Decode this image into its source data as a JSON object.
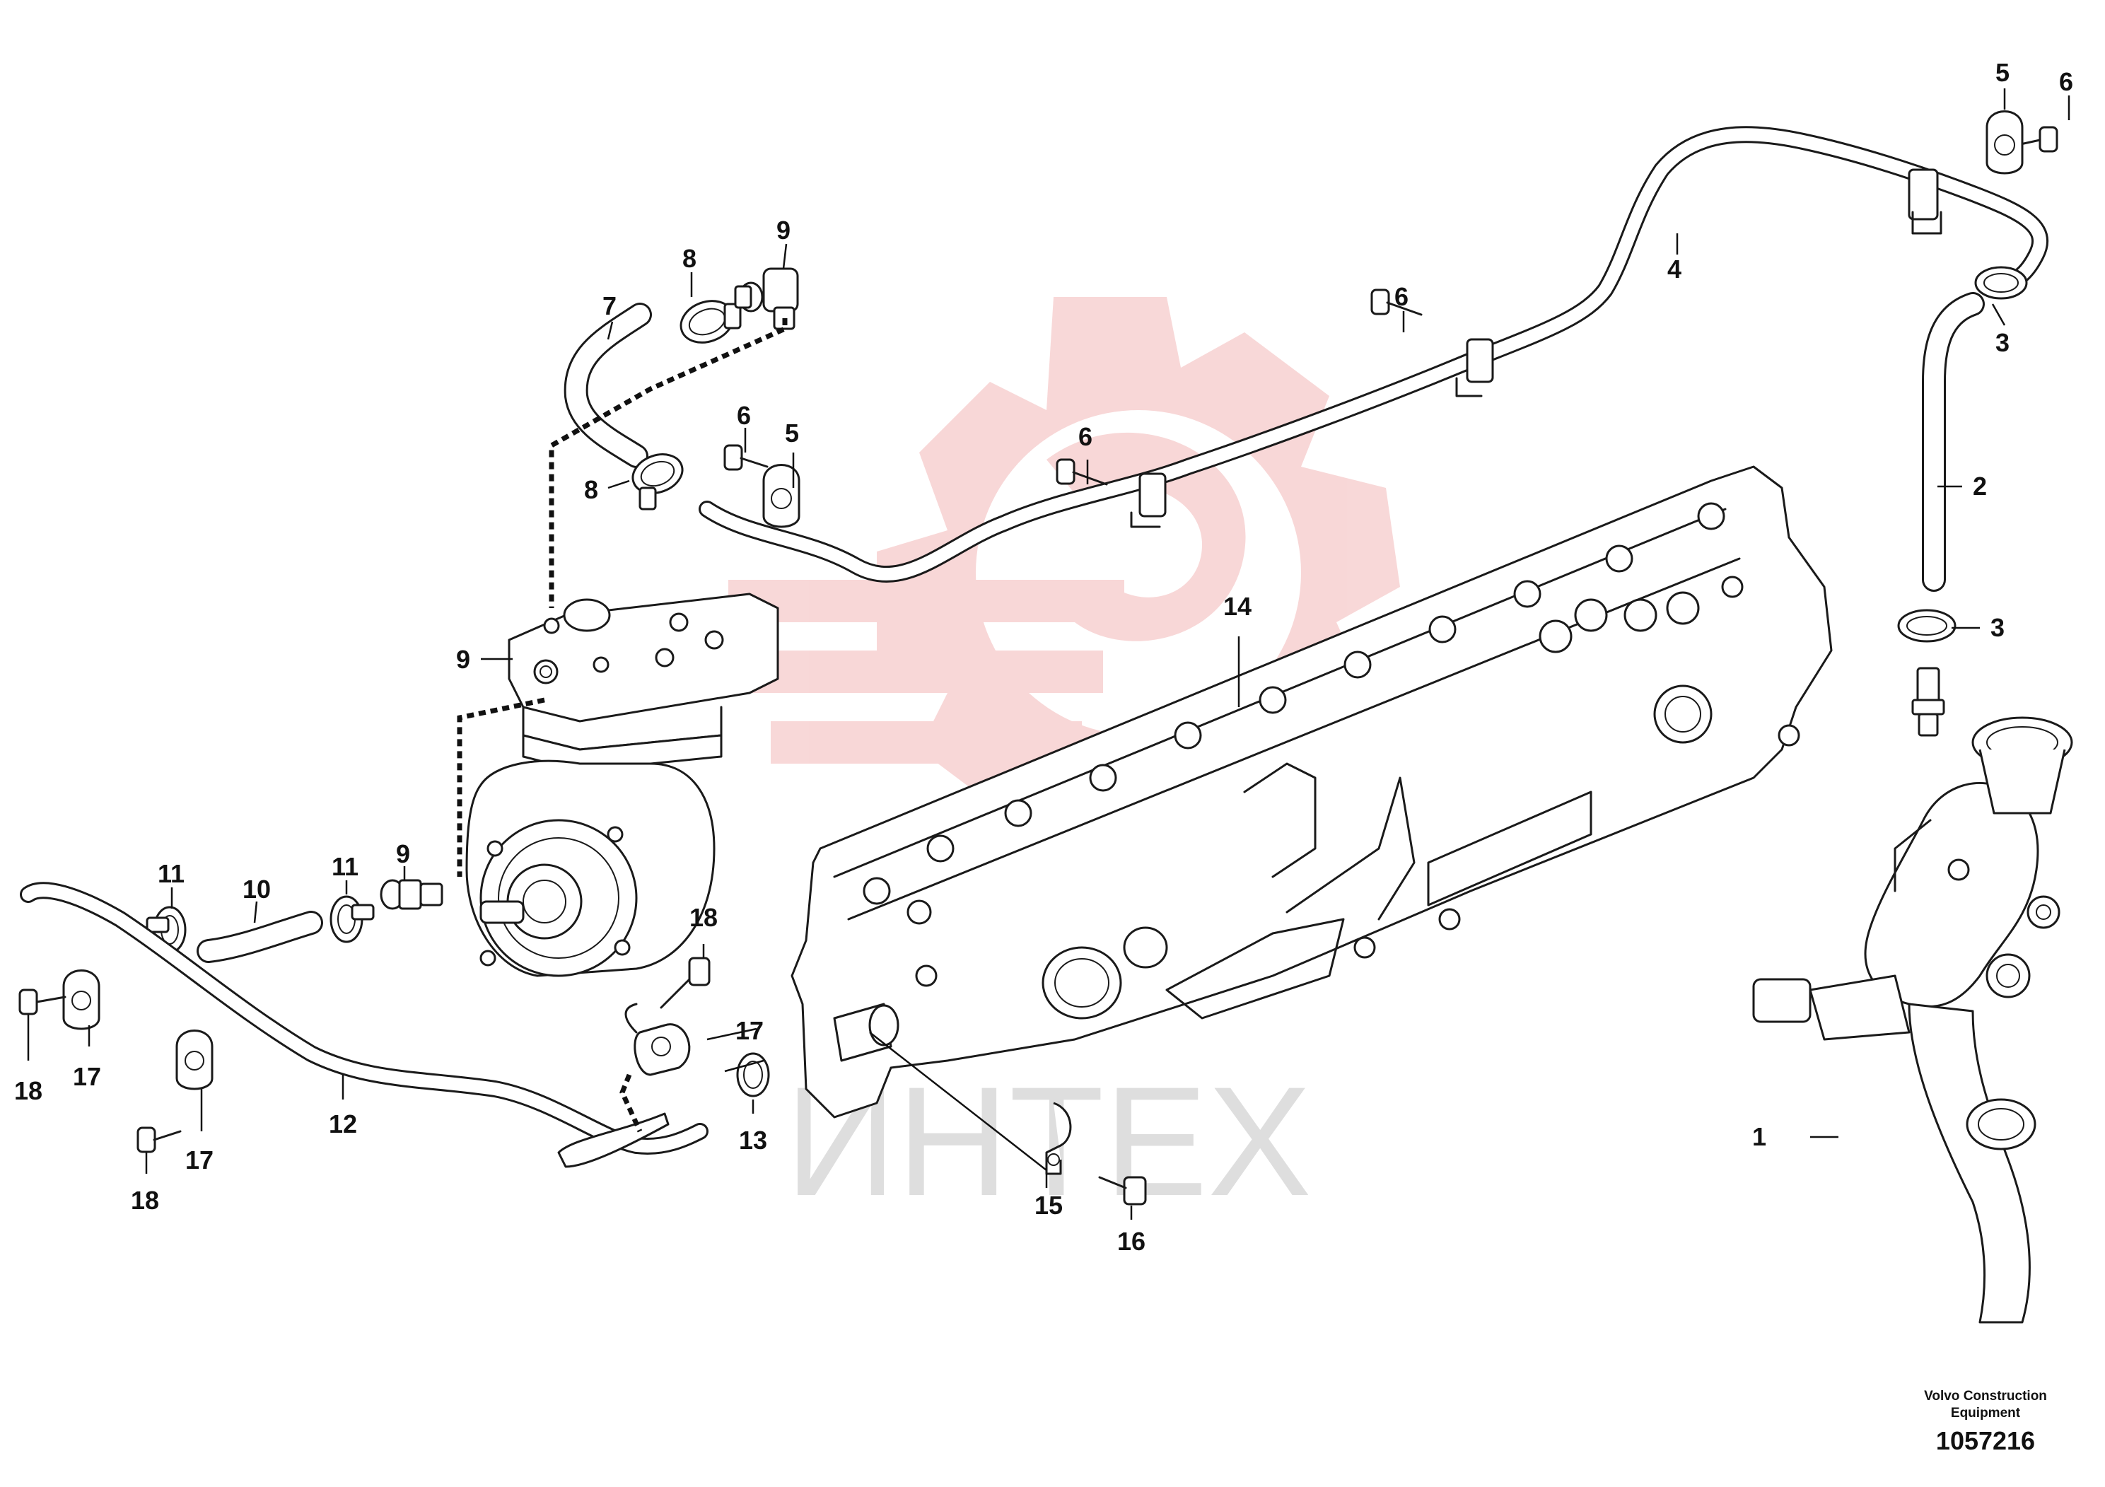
{
  "watermark": {
    "text": "ИНТЕХ",
    "color": "#f0b3b3"
  },
  "credit": {
    "line1": "Volvo Construction",
    "line2": "Equipment"
  },
  "doc_number": "1057216",
  "callouts": [
    {
      "id": "c1",
      "text": "1"
    },
    {
      "id": "c2",
      "text": "2"
    },
    {
      "id": "c3a",
      "text": "3"
    },
    {
      "id": "c3b",
      "text": "3"
    },
    {
      "id": "c4",
      "text": "4"
    },
    {
      "id": "c5a",
      "text": "5"
    },
    {
      "id": "c5b",
      "text": "5"
    },
    {
      "id": "c6a",
      "text": "6"
    },
    {
      "id": "c6b",
      "text": "6"
    },
    {
      "id": "c6c",
      "text": "6"
    },
    {
      "id": "c6d",
      "text": "6"
    },
    {
      "id": "c7",
      "text": "7"
    },
    {
      "id": "c8a",
      "text": "8"
    },
    {
      "id": "c8b",
      "text": "8"
    },
    {
      "id": "c9a",
      "text": "9"
    },
    {
      "id": "c9b",
      "text": "9"
    },
    {
      "id": "c9c",
      "text": "9"
    },
    {
      "id": "c10",
      "text": "10"
    },
    {
      "id": "c11a",
      "text": "11"
    },
    {
      "id": "c11b",
      "text": "11"
    },
    {
      "id": "c12",
      "text": "12"
    },
    {
      "id": "c13",
      "text": "13"
    },
    {
      "id": "c14",
      "text": "14"
    },
    {
      "id": "c15",
      "text": "15"
    },
    {
      "id": "c16",
      "text": "16"
    },
    {
      "id": "c17a",
      "text": "17"
    },
    {
      "id": "c17b",
      "text": "17"
    },
    {
      "id": "c17c",
      "text": "17"
    },
    {
      "id": "c18a",
      "text": "18"
    },
    {
      "id": "c18b",
      "text": "18"
    },
    {
      "id": "c18c",
      "text": "18"
    }
  ]
}
